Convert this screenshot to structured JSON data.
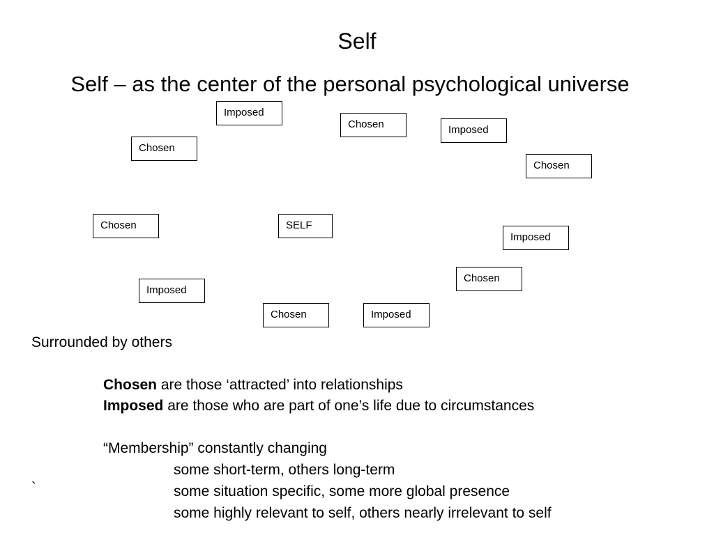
{
  "slide": {
    "title": "Self",
    "subtitle": "Self – as the center of the personal psychological universe"
  },
  "diagram": {
    "boxes": [
      {
        "label": "Imposed"
      },
      {
        "label": "Chosen"
      },
      {
        "label": "Imposed"
      },
      {
        "label": "Chosen"
      },
      {
        "label": "Chosen"
      },
      {
        "label": "Chosen"
      },
      {
        "label": "SELF"
      },
      {
        "label": "Imposed"
      },
      {
        "label": "Chosen"
      },
      {
        "label": "Imposed"
      },
      {
        "label": "Chosen"
      },
      {
        "label": "Imposed"
      }
    ]
  },
  "body": {
    "surrounded": "Surrounded by others",
    "chosen_term": "Chosen",
    "chosen_desc": " are those ‘attracted’ into relationships",
    "imposed_term": "Imposed",
    "imposed_desc": " are those who are part of one’s life due to circumstances",
    "membership": "“Membership” constantly changing",
    "bullets": [
      "some short-term, others long-term",
      "some situation specific, some more global presence",
      "some highly relevant to self, others nearly irrelevant to self"
    ],
    "stray_mark": "`"
  }
}
